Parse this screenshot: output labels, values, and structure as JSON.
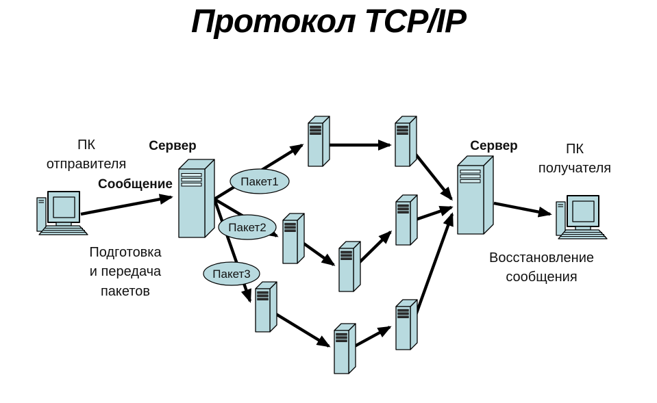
{
  "title": "Протокол TCP/IP",
  "nodes": {
    "pc_sender_label": "ПК\nотправителя",
    "message_label": "Сообщение",
    "server_left_label": "Сервер",
    "prepare_label": "Подготовка\nи передача\nпакетов",
    "server_right_label": "Сервер",
    "pc_receiver_label": "ПК\nполучателя",
    "restore_label": "Восстановление\nсообщения"
  },
  "packets": [
    {
      "label": "Пакет1"
    },
    {
      "label": "Пакет2"
    },
    {
      "label": "Пакет3"
    }
  ],
  "icons": {
    "sender_pc": "pc-icon",
    "receiver_pc": "pc-icon",
    "server_left": "server-tower-icon",
    "server_right": "server-tower-icon",
    "router": "router-tower-icon"
  },
  "colors": {
    "background": "#ffffff",
    "device_fill": "#b8dadf",
    "device_fill_light": "#d6ecef",
    "slat_dark": "#2e2e2e",
    "outline": "#000000",
    "arrow": "#000000",
    "text": "#111111"
  }
}
